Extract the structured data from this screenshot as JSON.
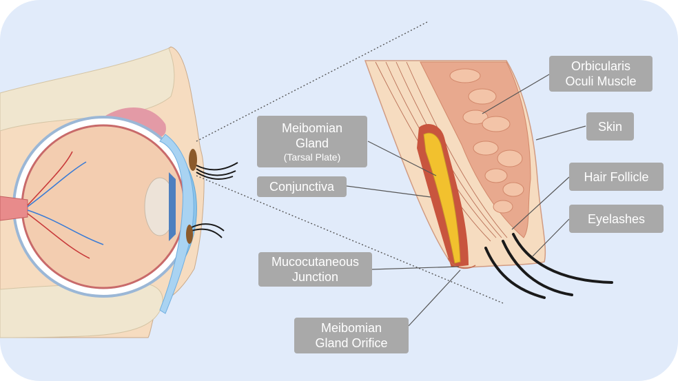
{
  "labels": {
    "orbicularis": [
      "Orbicularis",
      "Oculi Muscle"
    ],
    "skin": "Skin",
    "meibomian_gland": [
      "Meibomian",
      "Gland",
      "(Tarsal Plate)"
    ],
    "conjunctiva": "Conjunctiva",
    "hair_follicle": "Hair Follicle",
    "eyelashes": "Eyelashes",
    "mucocutaneous": [
      "Mucocutaneous",
      "Junction"
    ],
    "meibomian_orifice": [
      "Meibomian",
      "Gland Orifice"
    ]
  },
  "colors": {
    "background": "#e1ebfa",
    "label_fill": "#a9a9a9",
    "label_text": "#ffffff",
    "skin_tone": "#f6dcc0",
    "muscle": "#e8a98e",
    "gland_yellow": "#f2c12e",
    "cornea_blue": "#8cc4ea"
  }
}
